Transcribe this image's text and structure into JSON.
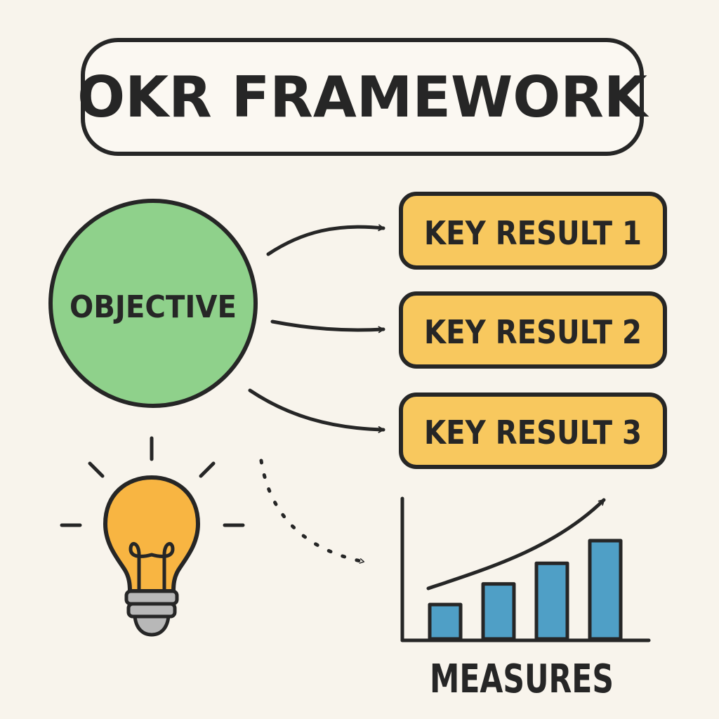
{
  "title": "OKR FRAMEWORK",
  "objective": {
    "label": "OBJECTIVE",
    "color": "#8fd18b"
  },
  "key_results": [
    {
      "label": "KEY RESULT 1"
    },
    {
      "label": "KEY RESULT 2"
    },
    {
      "label": "KEY RESULT 3"
    }
  ],
  "key_result_color": "#f8c85e",
  "idea": {
    "icon": "lightbulb-icon",
    "color": "#f8b542"
  },
  "measures": {
    "label": "MEASURES",
    "icon": "bar-chart-icon",
    "bar_color": "#4f9fc6",
    "bars": [
      0.35,
      0.56,
      0.77,
      1.0
    ]
  },
  "colors": {
    "background": "#f8f4ec",
    "ink": "#262626"
  }
}
